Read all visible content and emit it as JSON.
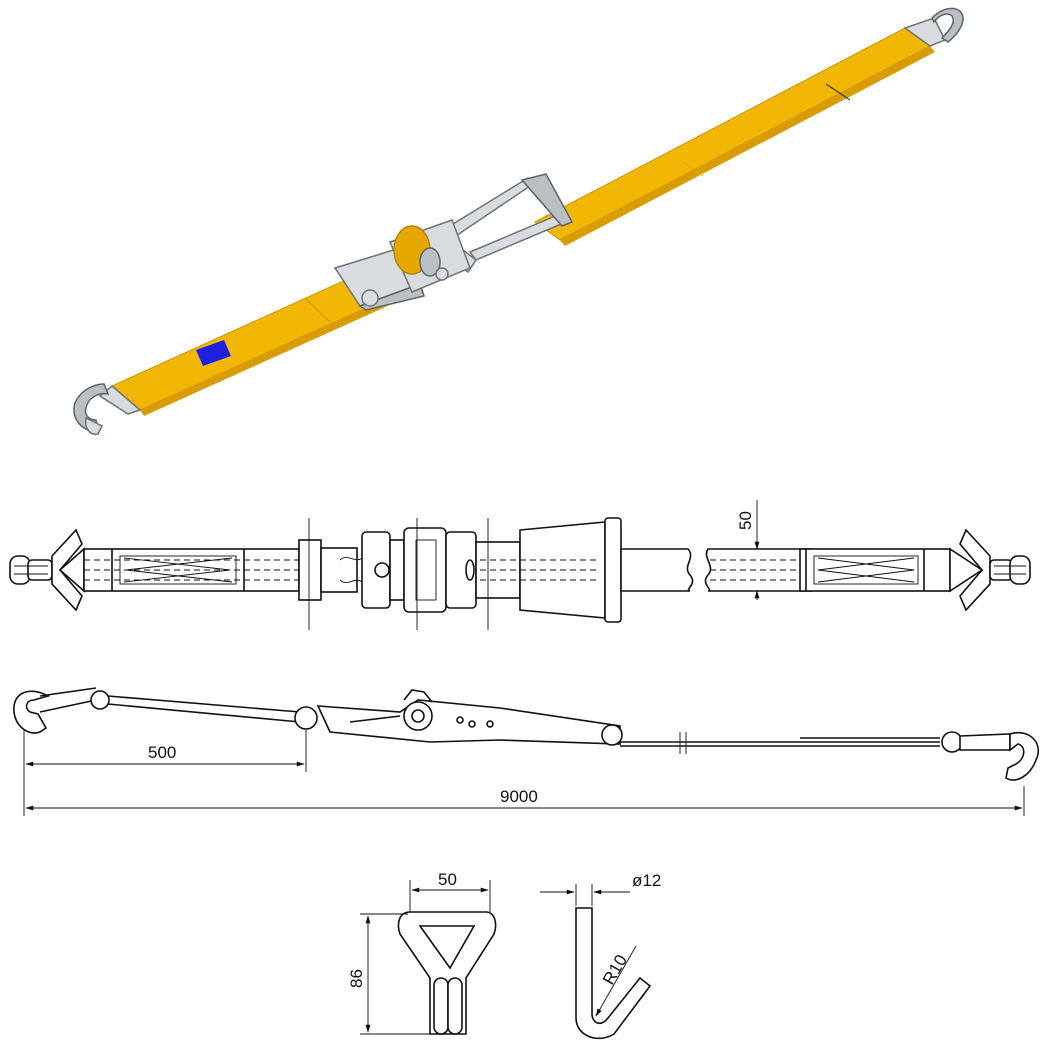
{
  "colors": {
    "webbing": "#f2b705",
    "webbing_shade": "#d89c00",
    "label": "#1f1fe0",
    "metal": "#d8dcdf",
    "line": "#111111"
  },
  "dimensions": {
    "webbing_width_top": "50",
    "hook_offset": "500",
    "overall_length": "9000",
    "hook_width": "50",
    "hook_height": "86",
    "rod_diameter": "ø12",
    "bend_radius": "R10"
  }
}
